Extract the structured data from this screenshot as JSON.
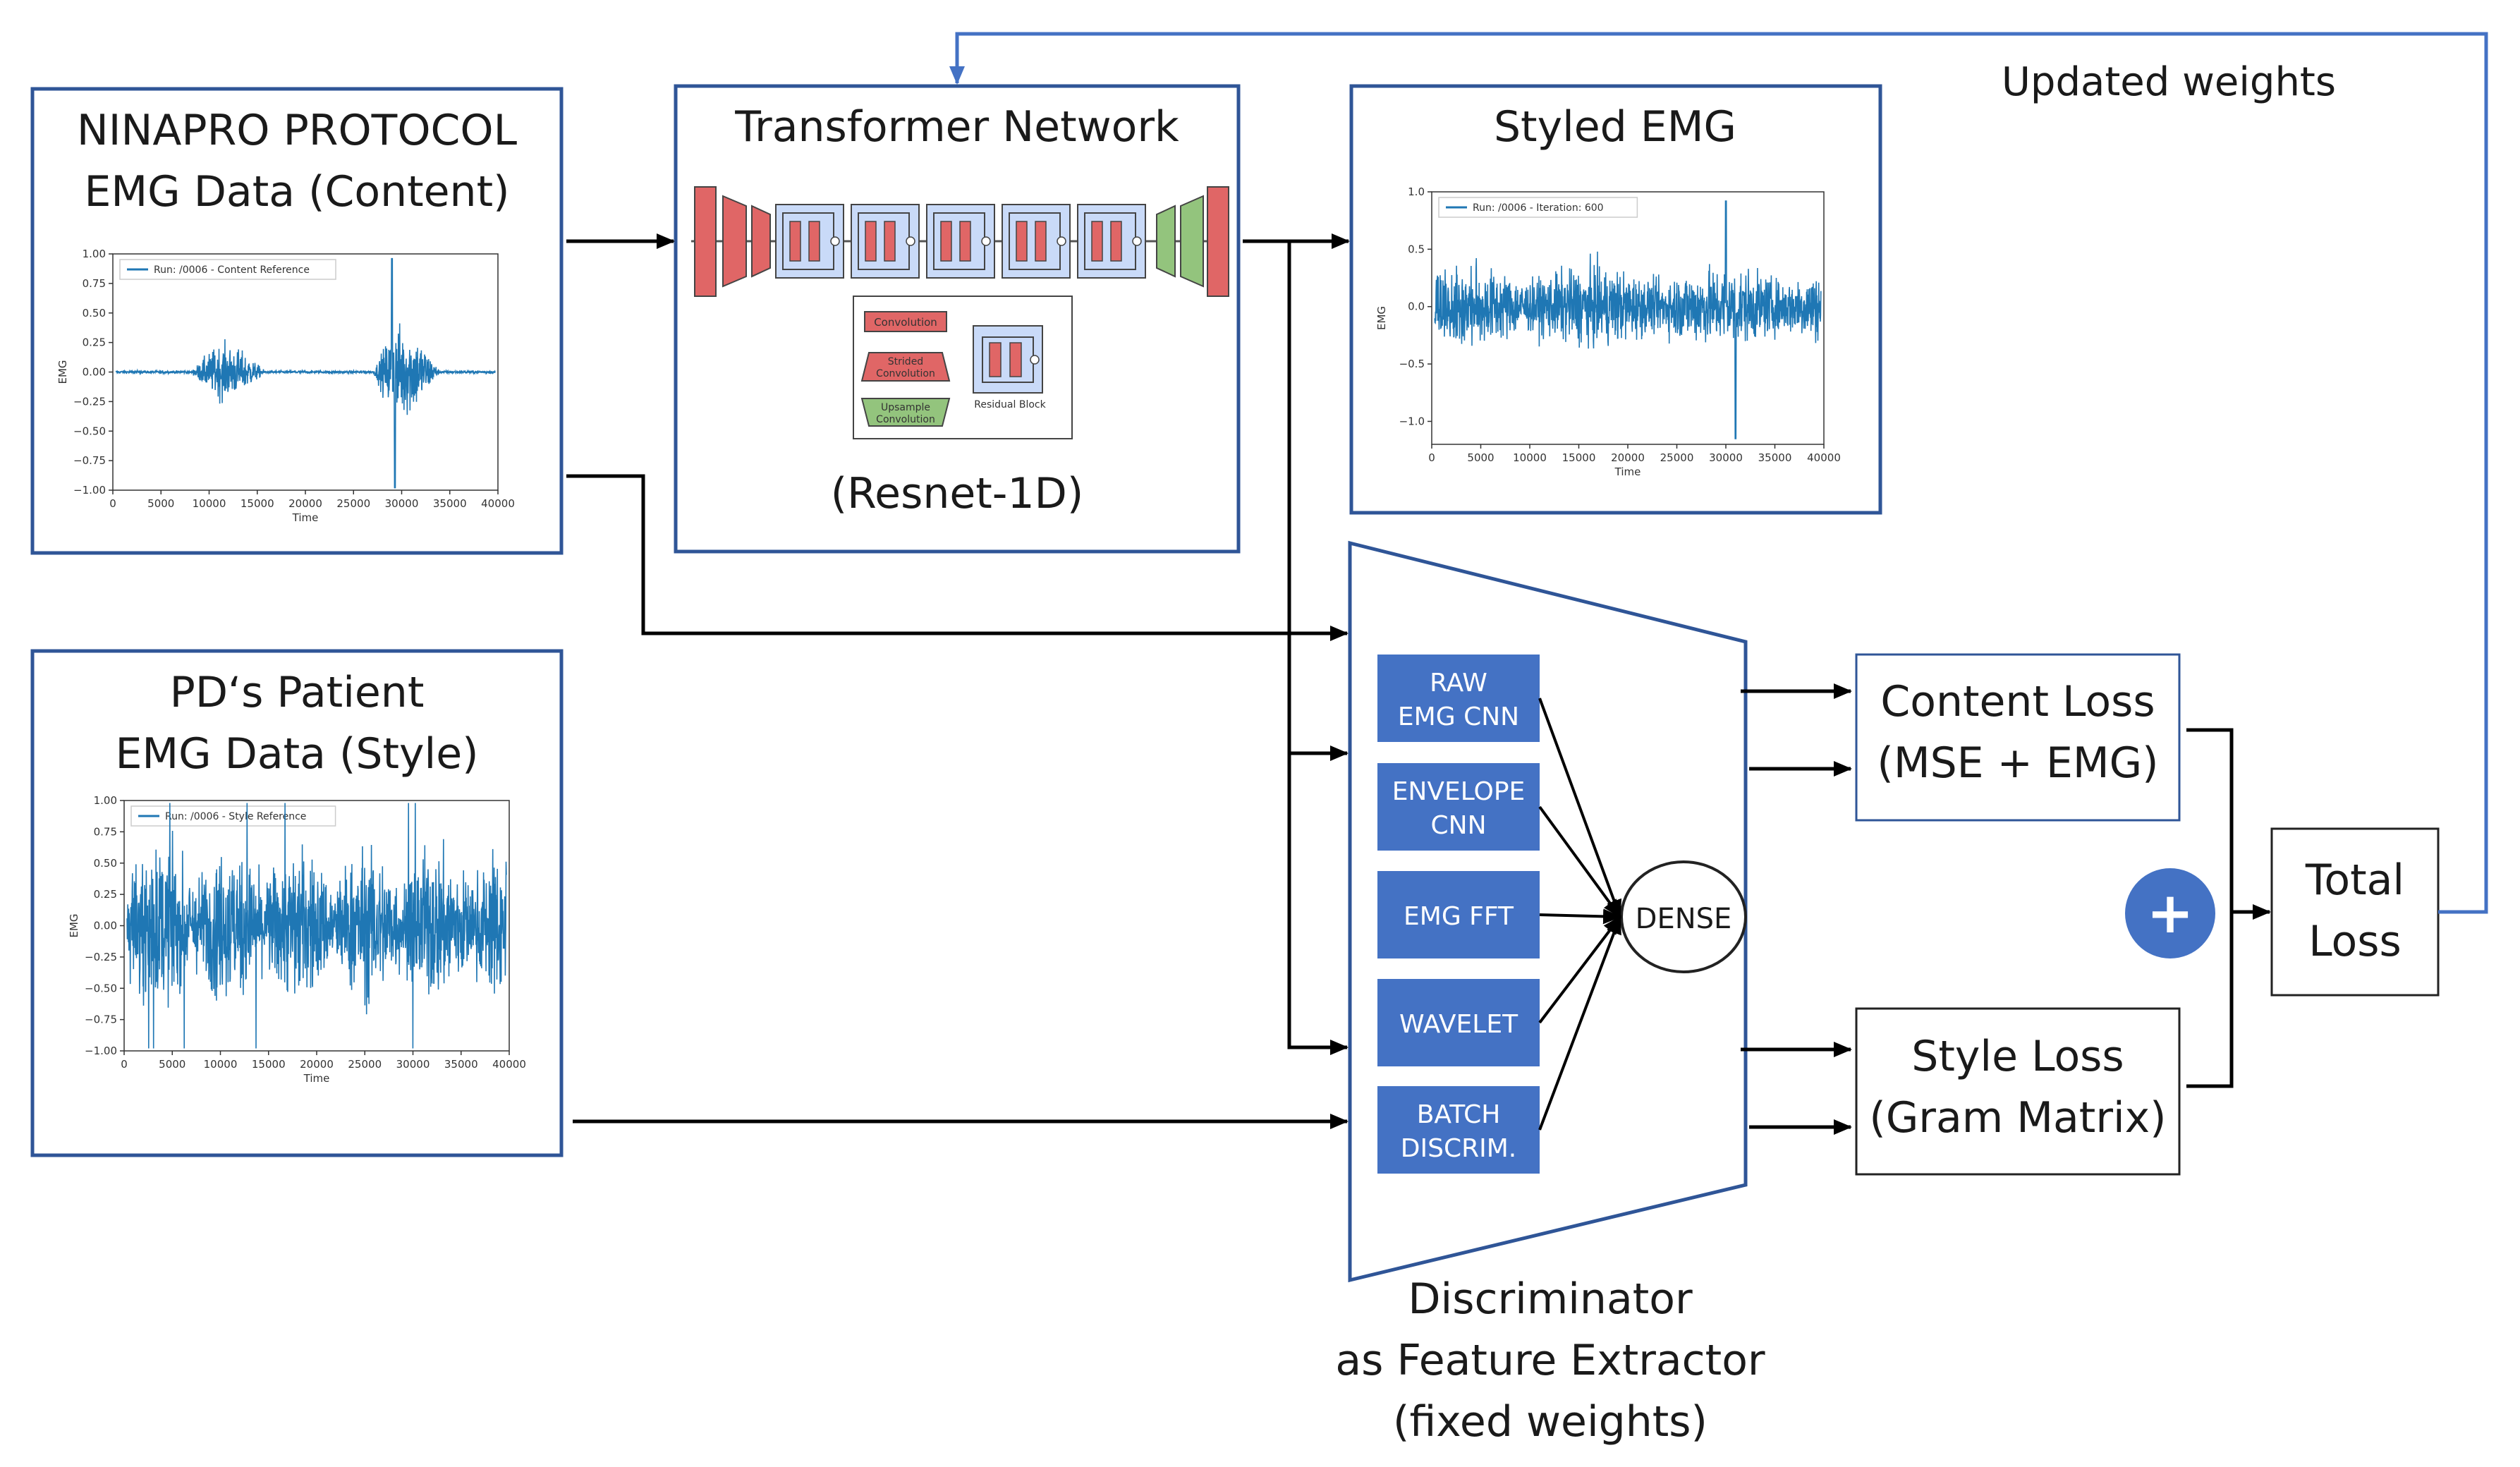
{
  "content_box": {
    "title_line1": "NINAPRO PROTOCOL",
    "title_line2": "EMG Data (Content)"
  },
  "style_box": {
    "title_line1": "PD‘s Patient",
    "title_line2": "EMG Data (Style)"
  },
  "transformer": {
    "title": "Transformer Network",
    "subtitle": "(Resnet-1D)",
    "legend": {
      "conv": "Convolution",
      "strided_1": "Strided",
      "strided_2": "Convolution",
      "upsample_1": "Upsample",
      "upsample_2": "Convolution",
      "residual": "Residual Block"
    }
  },
  "styled_box": {
    "title": "Styled EMG"
  },
  "updated_weights": "Updated weights",
  "discriminator": {
    "modules": [
      {
        "line1": "RAW",
        "line2": "EMG CNN"
      },
      {
        "line1": "ENVELOPE",
        "line2": "CNN"
      },
      {
        "line1": "EMG FFT",
        "line2": ""
      },
      {
        "line1": "WAVELET",
        "line2": ""
      },
      {
        "line1": "BATCH",
        "line2": "DISCRIM."
      }
    ],
    "dense_label": "DENSE",
    "caption_line1": "Discriminator",
    "caption_line2": "as Feature Extractor",
    "caption_line3": "(fixed weights)"
  },
  "content_loss": {
    "line1": "Content Loss",
    "line2": "(MSE + EMG)"
  },
  "style_loss": {
    "line1": "Style Loss",
    "line2": "(Gram Matrix)"
  },
  "total_loss": {
    "line1": "Total",
    "line2": "Loss"
  },
  "plus_symbol": "+",
  "colors": {
    "box_border": "#2f5597",
    "module_fill": "#4472c4",
    "feedback_line": "#4472c4",
    "plot_line": "#1f77b4",
    "conv_red": "#e06666",
    "upsample_green": "#93c47d",
    "residual_bg": "#c9daf8"
  },
  "chart_data": [
    {
      "type": "line",
      "title": "",
      "legend": "Run: /0006 - Content Reference",
      "xlabel": "Time",
      "ylabel": "EMG",
      "xlim": [
        0,
        40000
      ],
      "ylim": [
        -1.0,
        1.0
      ],
      "xticks": [
        "0",
        "5000",
        "10000",
        "15000",
        "20000",
        "25000",
        "30000",
        "35000",
        "40000"
      ],
      "yticks": [
        "1.00",
        "0.75",
        "0.50",
        "0.25",
        "0.00",
        "−0.25",
        "−0.50",
        "−0.75",
        "−1.00"
      ],
      "bursts": [
        {
          "start": 8000,
          "end": 16000,
          "peak_time": 11000,
          "amplitude": 0.55
        },
        {
          "start": 27000,
          "end": 34000,
          "peak_time": 29000,
          "amplitude": 1.0
        }
      ]
    },
    {
      "type": "line",
      "title": "",
      "legend": "Run: /0006 - Style Reference",
      "xlabel": "Time",
      "ylabel": "EMG",
      "xlim": [
        0,
        40000
      ],
      "ylim": [
        -1.0,
        1.0
      ],
      "xticks": [
        "0",
        "5000",
        "10000",
        "15000",
        "20000",
        "25000",
        "30000",
        "35000",
        "40000"
      ],
      "yticks": [
        "1.00",
        "0.75",
        "0.50",
        "0.25",
        "0.00",
        "−0.25",
        "−0.50",
        "−0.75",
        "−1.00"
      ],
      "typical_amplitude": 0.75
    },
    {
      "type": "line",
      "title": "",
      "legend": "Run: /0006 - Iteration: 600",
      "xlabel": "Time",
      "ylabel": "EMG",
      "xlim": [
        0,
        40000
      ],
      "ylim": [
        -1.2,
        1.0
      ],
      "xticks": [
        "0",
        "5000",
        "10000",
        "15000",
        "20000",
        "25000",
        "30000",
        "35000",
        "40000"
      ],
      "yticks": [
        "1.0",
        "0.5",
        "0.0",
        "−0.5",
        "−1.0"
      ],
      "typical_amplitude": 0.45
    }
  ]
}
